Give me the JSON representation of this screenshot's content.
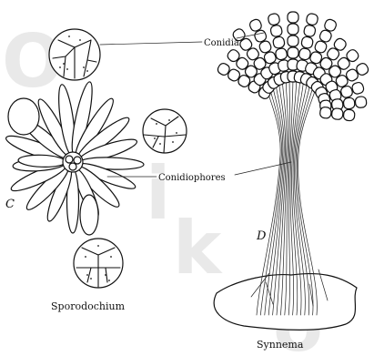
{
  "labels": {
    "conidia": "Conidia",
    "conidiophores": "Conidiophores",
    "panel_c": "C",
    "panel_d": "D",
    "sporodochium": "Sporodochium",
    "synnema": "Synnema"
  },
  "watermark": {
    "text": "Oiko",
    "color": "#d8d8d8"
  },
  "colors": {
    "ink": "#111111",
    "background": "#ffffff"
  }
}
